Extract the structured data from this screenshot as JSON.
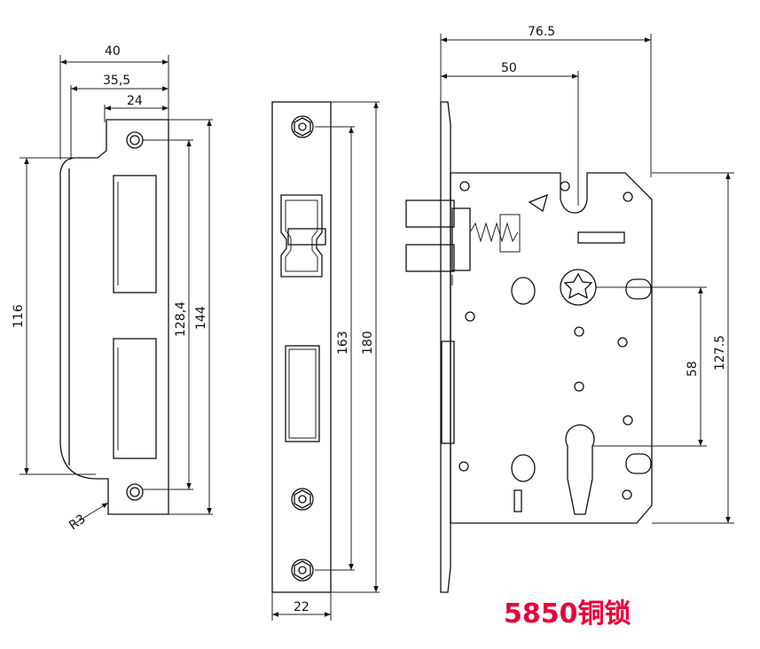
{
  "title": "5850铜锁",
  "colors": {
    "title": "#e8003a",
    "line": "#111111",
    "background": "#ffffff"
  },
  "strike_plate": {
    "width_total": "40",
    "width_mid": "35,5",
    "width_inner": "24",
    "height_outer": "116",
    "hole_spacing": "128,4",
    "height_total": "144",
    "corner_radius": "R3"
  },
  "faceplate": {
    "hole_spacing": "163",
    "height_total": "180",
    "width": "22"
  },
  "lock_body": {
    "width_total": "76.5",
    "backset": "50",
    "height": "127.5",
    "center_distance": "58"
  }
}
